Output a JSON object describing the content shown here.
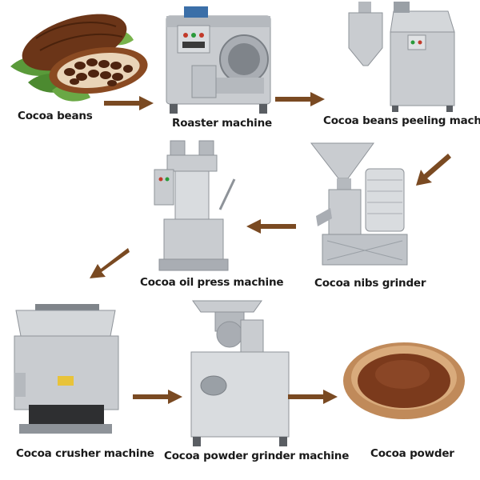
{
  "steps": [
    {
      "label": "Cocoa beans"
    },
    {
      "label": "Roaster machine"
    },
    {
      "label": "Cocoa beans peeling machine"
    },
    {
      "label": "Cocoa nibs grinder"
    },
    {
      "label": "Cocoa oil press machine"
    },
    {
      "label": "Cocoa crusher machine"
    },
    {
      "label": "Cocoa powder grinder machine"
    },
    {
      "label": "Cocoa powder"
    }
  ],
  "colors": {
    "arrow": "#7a4a22",
    "steel": "#c9ccd0",
    "steel_dark": "#8e9399",
    "cocoa": "#5a2d14",
    "powder": "#7b3a1c",
    "bowl": "#c08a5a"
  }
}
